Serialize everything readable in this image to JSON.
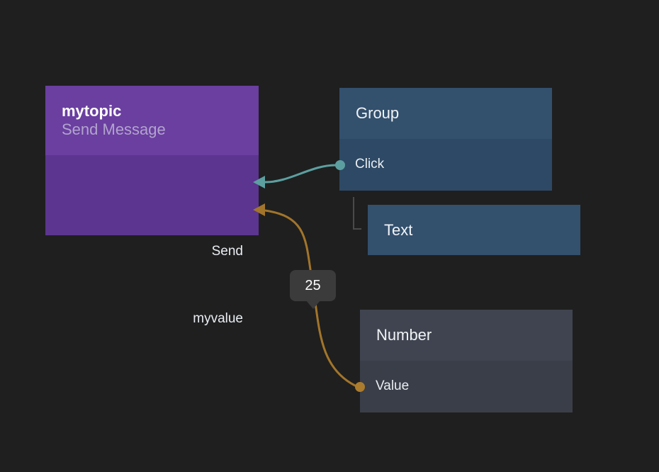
{
  "canvas": {
    "background_color": "#1f1f1f"
  },
  "nodes": {
    "send_message": {
      "title": "mytopic",
      "subtitle": "Send Message",
      "header_color": "#6a3fa0",
      "body_color": "#5b358f",
      "ports": [
        {
          "label": "Send",
          "side": "right",
          "accent_color": "#5c9fa0"
        },
        {
          "label": "myvalue",
          "side": "right",
          "accent_color": "#a2752a"
        }
      ]
    },
    "group": {
      "title": "Group",
      "header_color": "#33506d",
      "body_color": "#2d4965",
      "ports": [
        {
          "label": "Click",
          "side": "left",
          "accent_color": "#5c9fa0"
        }
      ]
    },
    "text": {
      "title": "Text",
      "header_color": "#33506d"
    },
    "number": {
      "title": "Number",
      "header_color": "#404450",
      "body_color": "#3a3e48",
      "ports": [
        {
          "label": "Value",
          "side": "left",
          "accent_color": "#ab7c2d"
        }
      ]
    }
  },
  "connections": [
    {
      "from": "Group.Click",
      "to": "mytopic.Send",
      "color": "#5c9fa0"
    },
    {
      "from": "Number.Value",
      "to": "mytopic.myvalue",
      "color": "#a2752a",
      "value_label": "25"
    }
  ],
  "tooltip": {
    "text": "25",
    "background_color": "#3b3b3b"
  }
}
